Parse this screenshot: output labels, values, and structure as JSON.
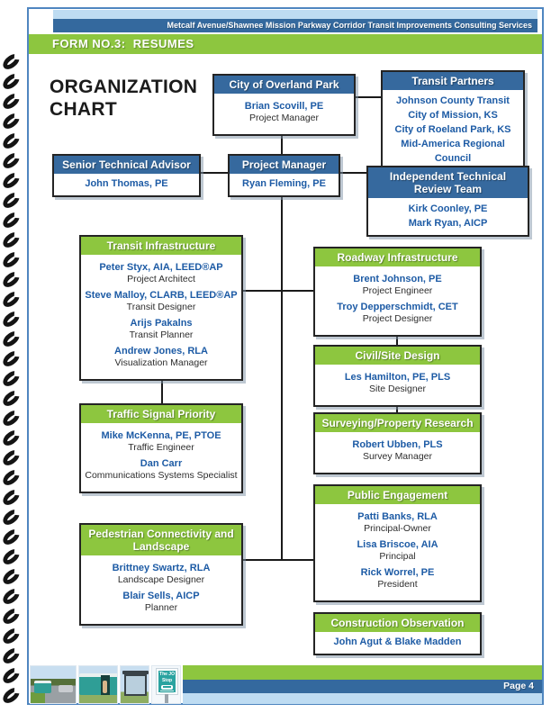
{
  "header": {
    "project_title": "Metcalf Avenue/Shawnee Mission Parkway Corridor Transit Improvements Consulting Services",
    "form_title": "FORM NO.3:  RESUMES"
  },
  "chart": {
    "title_line1": "ORGANIZATION",
    "title_line2": "CHART"
  },
  "org": {
    "overland_park": {
      "title": "City of Overland Park",
      "people": [
        {
          "name": "Brian Scovill, PE",
          "role": "Project Manager"
        }
      ]
    },
    "transit_partners": {
      "title": "Transit Partners",
      "members": [
        "Johnson County Transit",
        "City of Mission, KS",
        "City of Roeland Park, KS",
        "Mid-America Regional Council"
      ]
    },
    "senior_advisor": {
      "title": "Senior Technical Advisor",
      "people": [
        {
          "name": "John Thomas, PE"
        }
      ]
    },
    "project_manager": {
      "title": "Project Manager",
      "people": [
        {
          "name": "Ryan Fleming, PE"
        }
      ]
    },
    "review_team": {
      "title": "Independent Technical Review Team",
      "members": [
        "Kirk Coonley, PE",
        "Mark Ryan, AICP"
      ]
    },
    "transit_infrastructure": {
      "title": "Transit Infrastructure",
      "people": [
        {
          "name": "Peter Styx, AIA, LEED®AP",
          "role": "Project Architect"
        },
        {
          "name": "Steve Malloy, CLARB, LEED®AP",
          "role": "Transit Designer"
        },
        {
          "name": "Arijs Pakalns",
          "role": "Transit Planner"
        },
        {
          "name": "Andrew Jones, RLA",
          "role": "Visualization Manager"
        }
      ]
    },
    "roadway_infrastructure": {
      "title": "Roadway Infrastructure",
      "people": [
        {
          "name": "Brent Johnson, PE",
          "role": "Project Engineer"
        },
        {
          "name": "Troy Depperschmidt, CET",
          "role": "Project Designer"
        }
      ]
    },
    "civil_site": {
      "title": "Civil/Site Design",
      "people": [
        {
          "name": "Les Hamilton, PE, PLS",
          "role": "Site Designer"
        }
      ]
    },
    "surveying": {
      "title": "Surveying/Property Research",
      "people": [
        {
          "name": "Robert Ubben, PLS",
          "role": "Survey Manager"
        }
      ]
    },
    "traffic_signal": {
      "title": "Traffic Signal Priority",
      "people": [
        {
          "name": "Mike McKenna, PE, PTOE",
          "role": "Traffic Engineer"
        },
        {
          "name": "Dan Carr",
          "role": "Communications Systems Specialist"
        }
      ]
    },
    "pedestrian": {
      "title": "Pedestrian Connectivity and Landscape",
      "people": [
        {
          "name": "Brittney Swartz, RLA",
          "role": "Landscape Designer"
        },
        {
          "name": "Blair Sells, AICP",
          "role": "Planner"
        }
      ]
    },
    "public_engagement": {
      "title": "Public Engagement",
      "people": [
        {
          "name": "Patti Banks, RLA",
          "role": "Principal-Owner"
        },
        {
          "name": "Lisa Briscoe, AIA",
          "role": "Principal"
        },
        {
          "name": "Rick Worrel, PE",
          "role": "President"
        }
      ]
    },
    "construction": {
      "title": "Construction Observation",
      "people": [
        {
          "name": "John Agut & Blake Madden"
        }
      ]
    }
  },
  "footer": {
    "page_label": "Page 4",
    "sign_line1": "The JO",
    "sign_line2": "Stop"
  },
  "colors": {
    "green": "#8dc63f",
    "dark_blue": "#34699e",
    "light_blue": "#bedcf2",
    "name_blue": "#1d5ba5",
    "page_border": "#4f86c0"
  },
  "binding": {
    "ring_count": 33
  }
}
